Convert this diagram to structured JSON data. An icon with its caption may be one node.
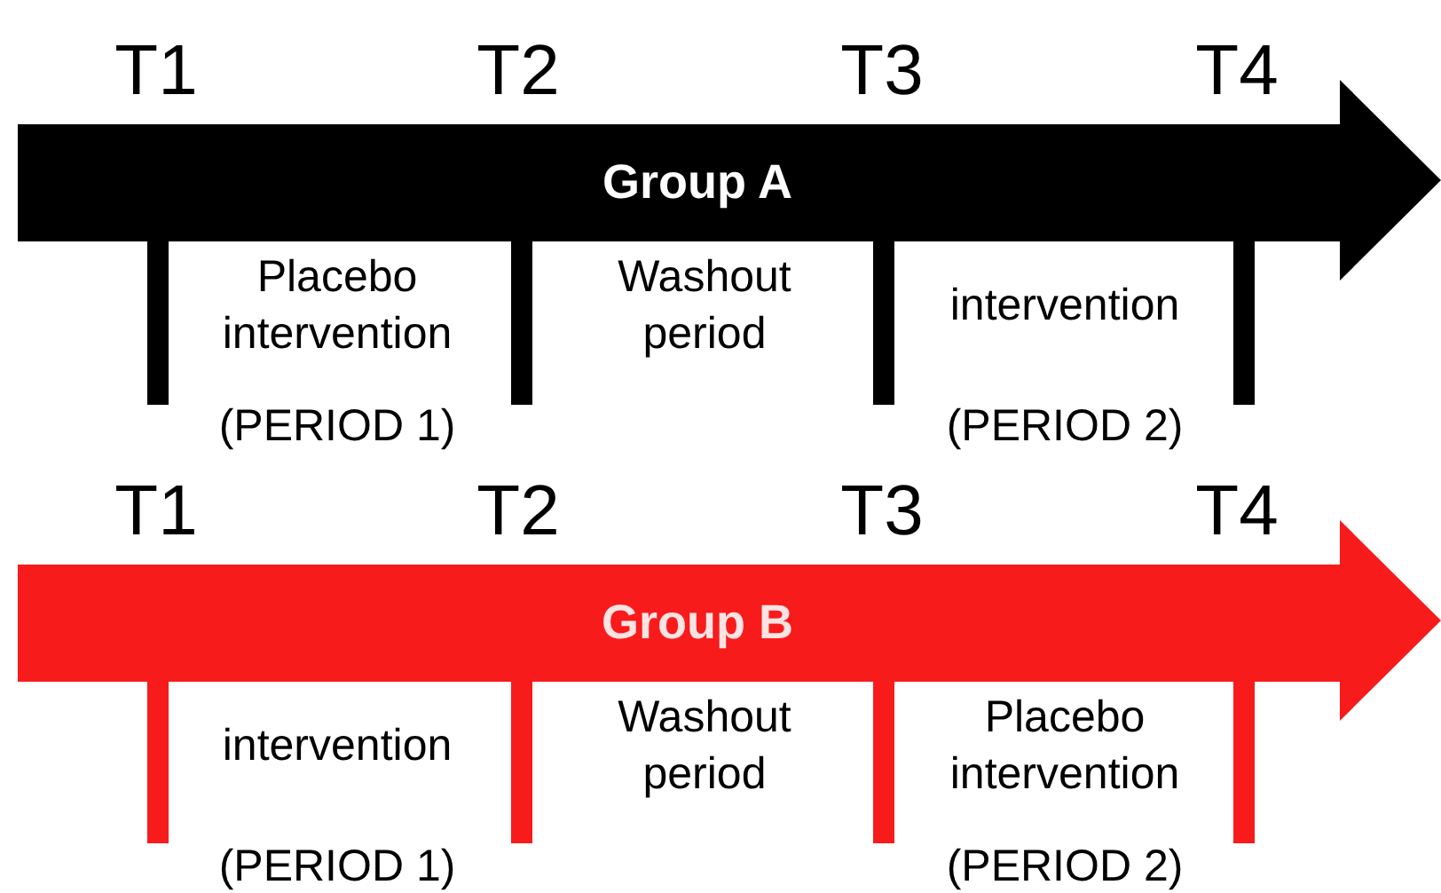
{
  "diagram": {
    "nodes": [
      {
        "text": [
          "Group A"
        ]
      },
      {
        "text": [
          "Group B"
        ]
      }
    ],
    "labels": [
      "T1",
      "T2",
      "T3",
      "T4",
      "Placebo intervention",
      "Washout period",
      "intervention",
      "(PERIOD 1)",
      "(PERIOD 2)",
      "T1",
      "T2",
      "T3",
      "T4",
      "intervention",
      "Washout period",
      "Placebo intervention",
      "(PERIOD 1)",
      "(PERIOD 2)"
    ]
  }
}
